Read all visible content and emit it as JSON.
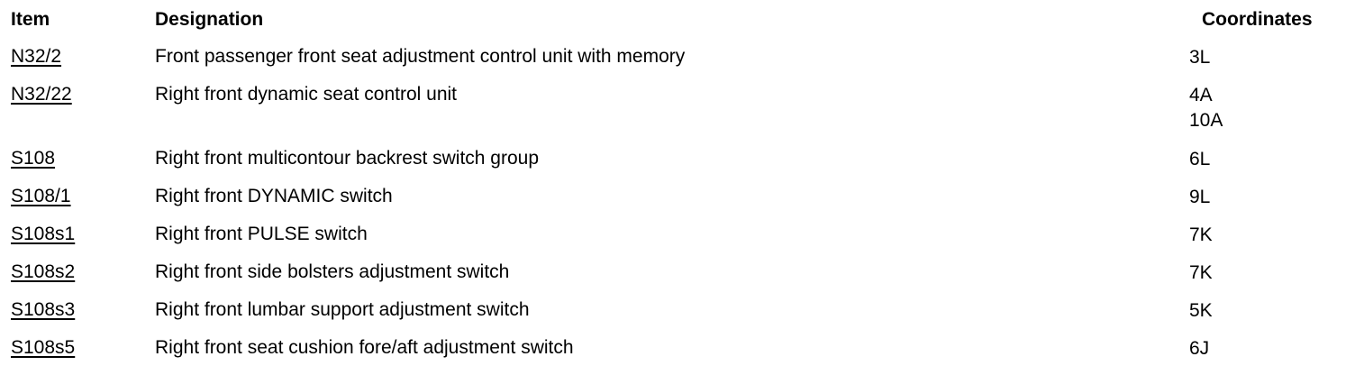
{
  "headers": {
    "item": "Item",
    "designation": "Designation",
    "coordinates": "Coordinates"
  },
  "rows": [
    {
      "item": "N32/2",
      "designation": "Front passenger front seat adjustment control unit with memory",
      "coordinates": [
        "3L"
      ]
    },
    {
      "item": "N32/22",
      "designation": "Right front dynamic seat control unit",
      "coordinates": [
        "4A",
        "10A"
      ]
    },
    {
      "item": "S108",
      "designation": "Right front multicontour backrest switch group",
      "coordinates": [
        "6L"
      ]
    },
    {
      "item": "S108/1",
      "designation": "Right front DYNAMIC switch",
      "coordinates": [
        "9L"
      ]
    },
    {
      "item": "S108s1",
      "designation": "Right front PULSE switch",
      "coordinates": [
        "7K"
      ]
    },
    {
      "item": "S108s2",
      "designation": "Right front side bolsters adjustment switch",
      "coordinates": [
        "7K"
      ]
    },
    {
      "item": "S108s3",
      "designation": "Right front lumbar support adjustment switch",
      "coordinates": [
        "5K"
      ]
    },
    {
      "item": "S108s5",
      "designation": "Right front seat cushion fore/aft adjustment switch",
      "coordinates": [
        "6J"
      ]
    }
  ]
}
